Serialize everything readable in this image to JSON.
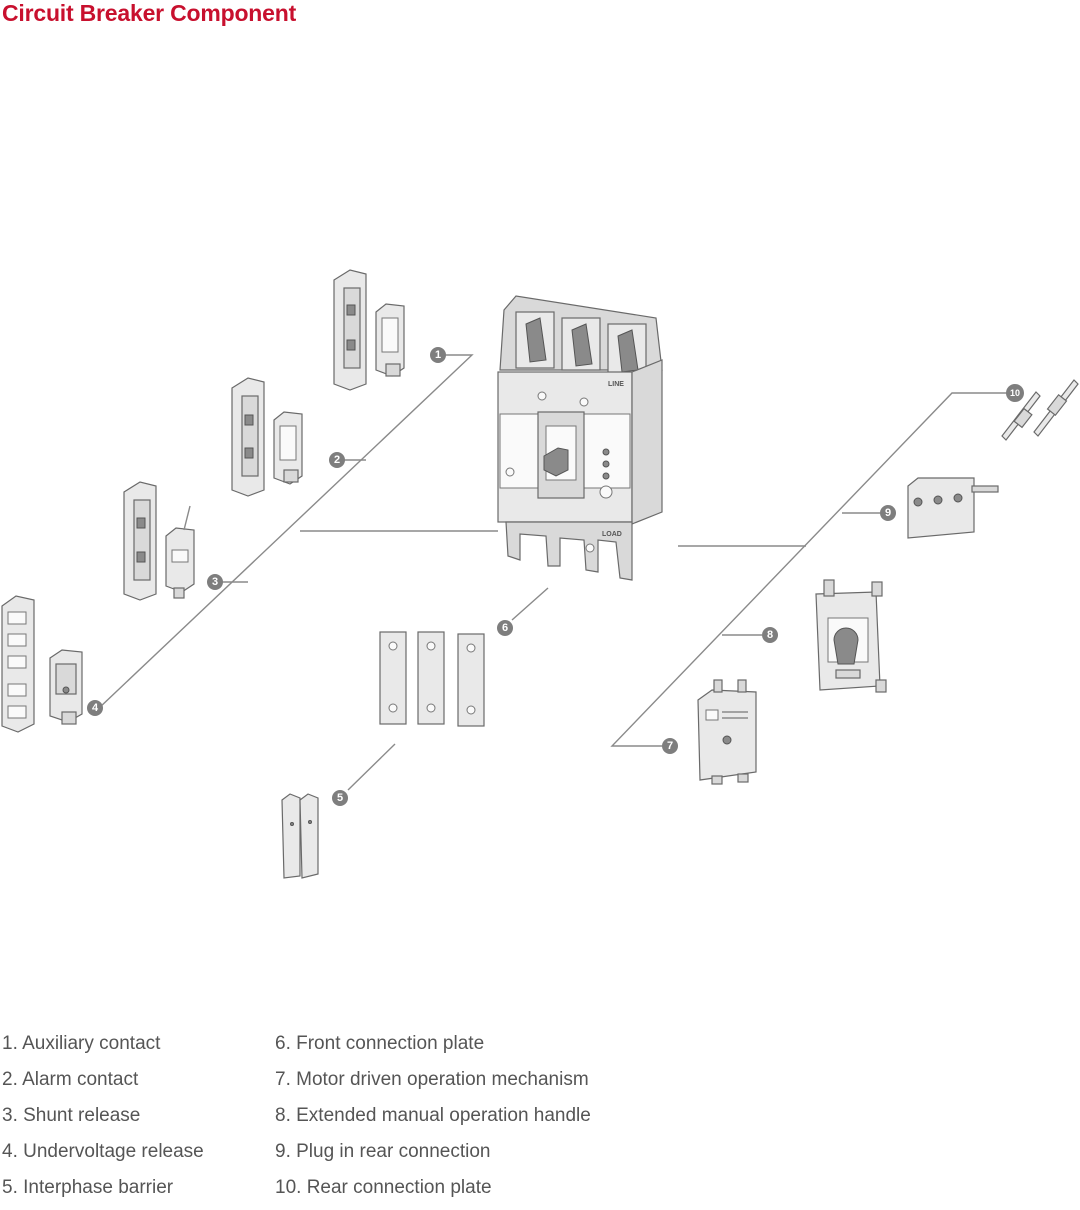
{
  "title": "Circuit Breaker Component",
  "breaker_labels": {
    "line": "LINE",
    "load": "LOAD"
  },
  "callouts": [
    "1",
    "2",
    "3",
    "4",
    "5",
    "6",
    "7",
    "8",
    "9",
    "10"
  ],
  "legend": {
    "left": [
      "1. Auxiliary contact",
      "2. Alarm contact",
      "3. Shunt release",
      "4. Undervoltage release",
      "5. Interphase barrier"
    ],
    "right": [
      "6. Front connection plate",
      "7. Motor driven operation mechanism",
      "8. Extended manual operation handle",
      "9. Plug in rear connection",
      "10. Rear connection plate"
    ]
  },
  "colors": {
    "title": "#c8102e",
    "part_fill": "#e9e9e9",
    "outline": "#6a6a6a",
    "leader": "#8a8a8a"
  }
}
